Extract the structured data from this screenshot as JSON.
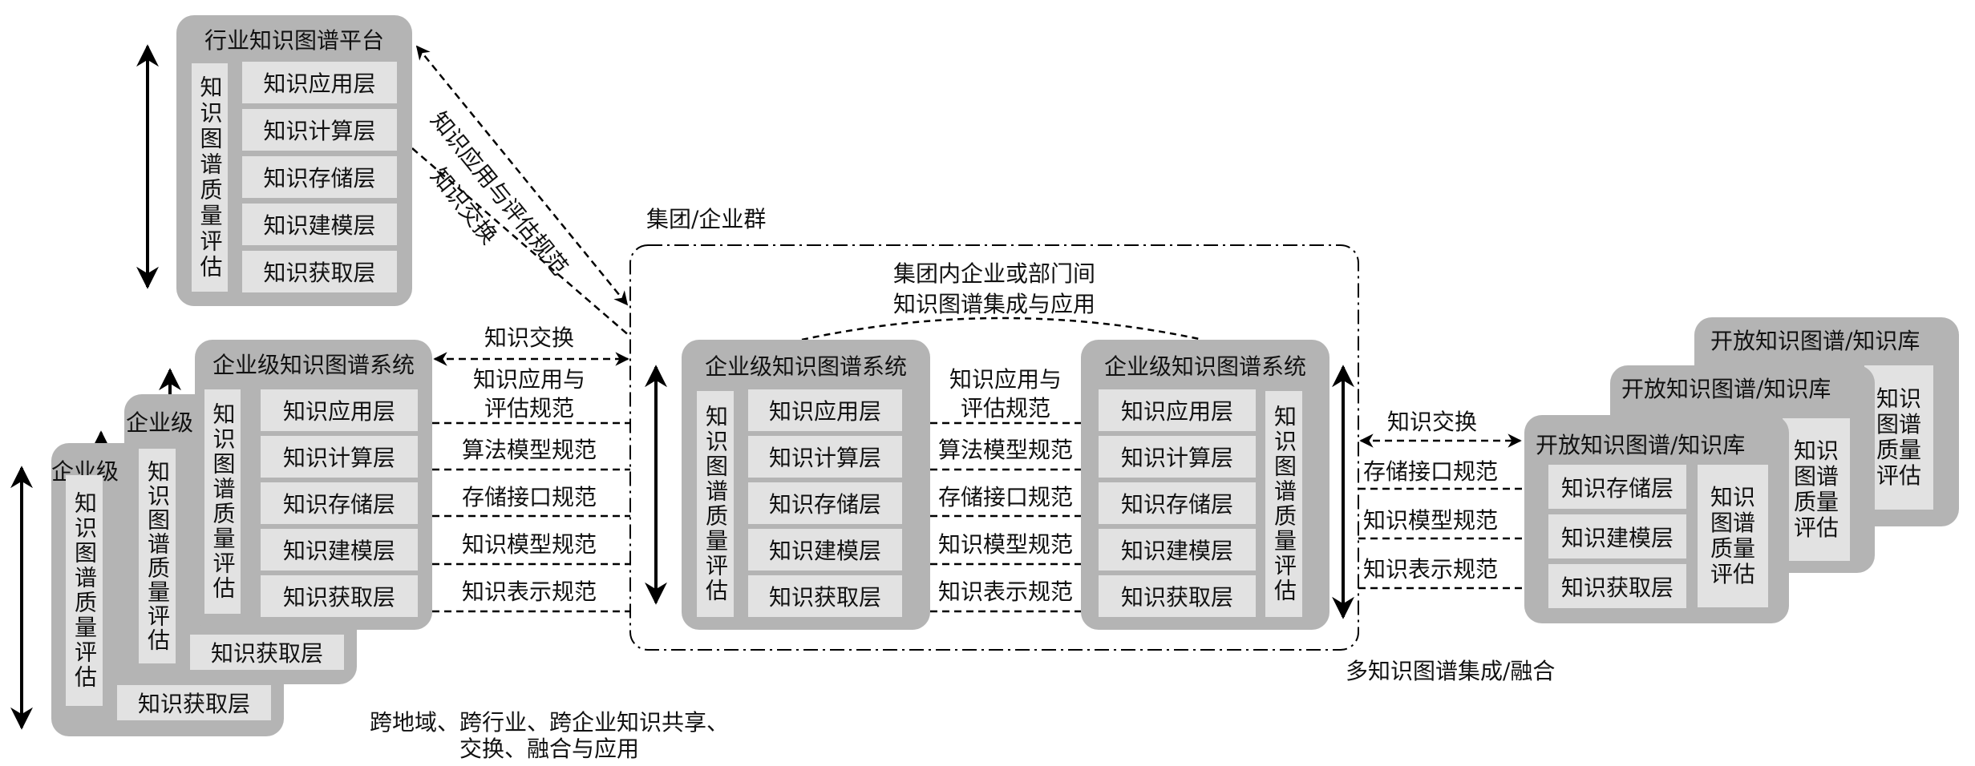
{
  "industry_platform": {
    "title": "行业知识图谱平台",
    "quality": "知识图谱质量评估",
    "layers": [
      "知识应用层",
      "知识计算层",
      "知识存储层",
      "知识建模层",
      "知识获取层"
    ]
  },
  "diagonal": {
    "exchange": "知识交换",
    "spec": "知识应用与评估规范"
  },
  "group": {
    "label": "集团/企业群",
    "integration_line1": "集团内企业或部门间",
    "integration_line2": "知识图谱集成与应用"
  },
  "enterprise_system": {
    "title": "企业级知识图谱系统",
    "short_title": "企业级",
    "quality": "知识图谱质量评估",
    "layers": [
      "知识应用层",
      "知识计算层",
      "知识存储层",
      "知识建模层",
      "知识获取层"
    ]
  },
  "specs": {
    "exchange": "知识交换",
    "app_eval_1": "知识应用与",
    "app_eval_2": "评估规范",
    "items": [
      "算法模型规范",
      "存储接口规范",
      "知识模型规范",
      "知识表示规范"
    ]
  },
  "open_kg": {
    "title": "开放知识图谱/知识库",
    "quality_lines": [
      "知识",
      "图谱",
      "质量",
      "评估"
    ],
    "layers": [
      "知识存储层",
      "知识建模层",
      "知识获取层"
    ]
  },
  "open_specs": {
    "exchange": "知识交换",
    "items": [
      "存储接口规范",
      "知识模型规范",
      "知识表示规范"
    ]
  },
  "captions": {
    "multi": "多知识图谱集成/融合",
    "cross_1": "跨地域、跨行业、跨企业知识共享、",
    "cross_2": "交换、融合与应用"
  }
}
